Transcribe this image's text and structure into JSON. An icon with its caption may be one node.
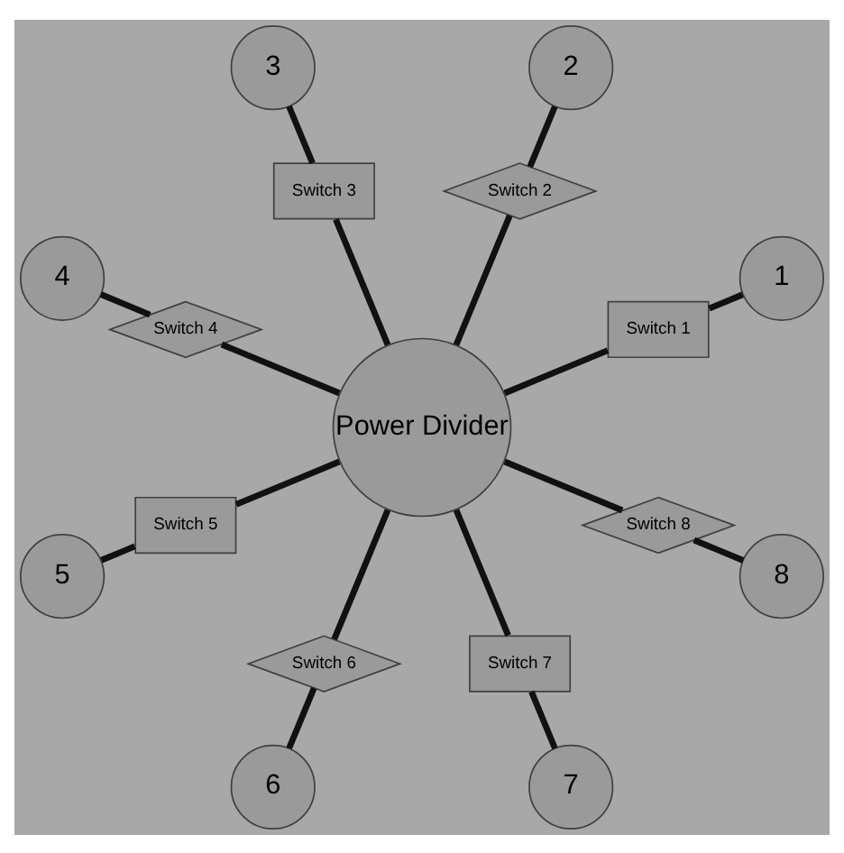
{
  "diagram": {
    "nodes": [
      {
        "text": [
          "Power Divider"
        ]
      },
      {
        "text": [
          "Switch 1"
        ]
      },
      {
        "text": [
          "Switch 2"
        ]
      },
      {
        "text": [
          "Switch 3"
        ]
      },
      {
        "text": [
          "Switch 4"
        ]
      },
      {
        "text": [
          "Switch 5"
        ]
      },
      {
        "text": [
          "Switch 6"
        ]
      },
      {
        "text": [
          "Switch 7"
        ]
      },
      {
        "text": [
          "Switch 8"
        ]
      },
      {
        "text": [
          "1"
        ]
      },
      {
        "text": [
          "2"
        ]
      },
      {
        "text": [
          "3"
        ]
      },
      {
        "text": [
          "4"
        ]
      },
      {
        "text": [
          "5"
        ]
      },
      {
        "text": [
          "6"
        ]
      },
      {
        "text": [
          "7"
        ]
      },
      {
        "text": [
          "8"
        ]
      }
    ],
    "edges": [
      {
        "from": 0,
        "to": 1,
        "arrow": "none"
      },
      {
        "from": 0,
        "to": 2,
        "arrow": "none"
      },
      {
        "from": 0,
        "to": 3,
        "arrow": "none"
      },
      {
        "from": 0,
        "to": 4,
        "arrow": "none"
      },
      {
        "from": 0,
        "to": 5,
        "arrow": "none"
      },
      {
        "from": 0,
        "to": 6,
        "arrow": "none"
      },
      {
        "from": 0,
        "to": 7,
        "arrow": "none"
      },
      {
        "from": 0,
        "to": 8,
        "arrow": "none"
      },
      {
        "from": 1,
        "to": 9,
        "arrow": "none"
      },
      {
        "from": 2,
        "to": 10,
        "arrow": "none"
      },
      {
        "from": 3,
        "to": 11,
        "arrow": "none"
      },
      {
        "from": 4,
        "to": 12,
        "arrow": "none"
      },
      {
        "from": 5,
        "to": 13,
        "arrow": "none"
      },
      {
        "from": 6,
        "to": 14,
        "arrow": "none"
      },
      {
        "from": 7,
        "to": 15,
        "arrow": "none"
      },
      {
        "from": 8,
        "to": 16,
        "arrow": "none"
      }
    ]
  }
}
